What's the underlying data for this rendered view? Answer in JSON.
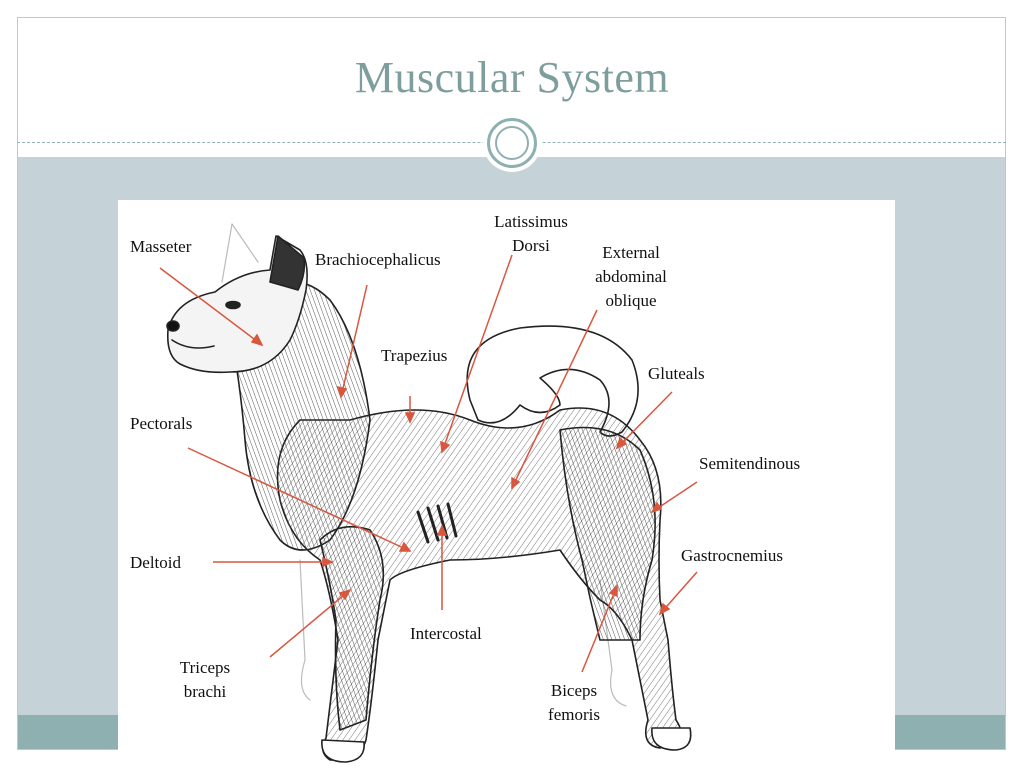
{
  "slide": {
    "title": "Muscular System"
  },
  "diagram": {
    "subject": "dog",
    "label_color": "#111111",
    "leader_color": "#d9563f",
    "labels": {
      "masseter": "Masseter",
      "brachiocephalicus": "Brachiocephalicus",
      "latissimus_1": "Latissimus",
      "latissimus_2": "Dorsi",
      "external_1": "External",
      "external_2": "abdominal",
      "external_3": "oblique",
      "trapezius": "Trapezius",
      "gluteals": "Gluteals",
      "pectorals": "Pectorals",
      "semitendinous": "Semitendinous",
      "deltoid": "Deltoid",
      "gastrocnemius": "Gastrocnemius",
      "intercostal": "Intercostal",
      "triceps_1": "Triceps",
      "triceps_2": "brachi",
      "biceps_1": "Biceps",
      "biceps_2": "femoris"
    }
  },
  "theme": {
    "title_color": "#7e9e9e",
    "band_color": "#c5d2d8",
    "footer_color": "#8fb0b1"
  }
}
